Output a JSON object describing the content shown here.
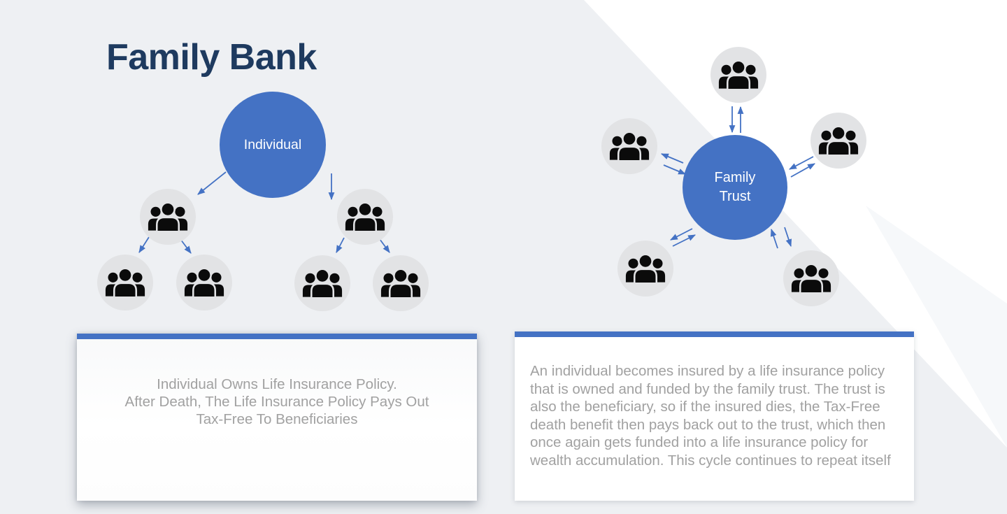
{
  "slide": {
    "title": "Family Bank",
    "colors": {
      "accent": "#4472C4",
      "title_text": "#1E3A5F",
      "canvas": "#EEF0F3",
      "wedge": "#FFFFFF",
      "facet": "#F6F8FA",
      "icon_circle": "#E2E3E5",
      "icon_glyph": "#0B0B0B",
      "caption_text": "#A1A1A1",
      "circle_text": "#FFFFFF"
    },
    "left_diagram": {
      "root_label": "Individual",
      "beneficiary_icon": "family-members-icon",
      "caption": "Individual Owns Life Insurance Policy.\nAfter Death, The Life Insurance Policy Pays Out\nTax-Free To Beneficiaries"
    },
    "right_diagram": {
      "center_label": "Family\nTrust",
      "member_icon": "family-members-icon",
      "caption": "An individual becomes insured by a life insurance policy that is owned and funded by the family trust. The trust is also the beneficiary, so if the insured dies, the Tax-Free death benefit then pays back out to the trust, which then once again gets funded into a life insurance policy for wealth accumulation. This cycle continues to repeat itself"
    }
  }
}
